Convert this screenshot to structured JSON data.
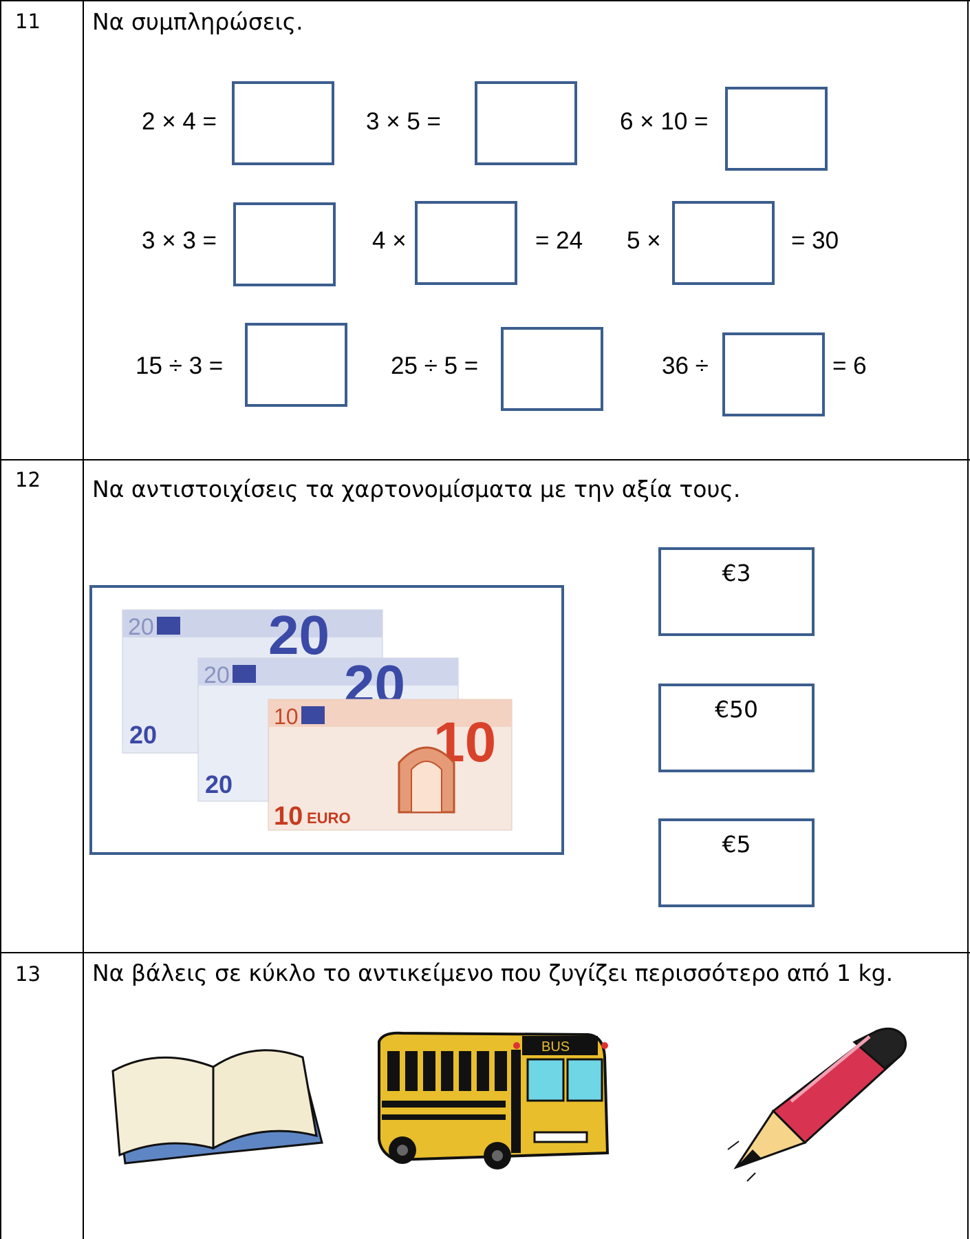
{
  "questions": [
    {
      "number": "11",
      "instruction": "Να συμπληρώσεις.",
      "equations": {
        "r1c1": "2 × 4 =",
        "r1c2": "3 ×  5  =",
        "r1c3": "6 × 10 =",
        "r2c1": "3 × 3 =",
        "r2c2_left": "4 ×",
        "r2c2_right": "= 24",
        "r2c3_left": "5 ×",
        "r2c3_right": "= 30",
        "r3c1": "15 ÷ 3 =",
        "r3c2": "25 ÷ 5 =",
        "r3c3_left": "36 ÷",
        "r3c3_right": "= 6"
      }
    },
    {
      "number": "12",
      "instruction": "Να αντιστοιχίσεις τα χαρτονομίσματα με την αξία τους.",
      "values": [
        "€3",
        "€50",
        "€5"
      ],
      "banknotes": {
        "twenty": "20",
        "ten": "10",
        "euro": "EURO"
      }
    },
    {
      "number": "13",
      "instruction": "Να βάλεις σε κύκλο το αντικείμενο που ζυγίζει περισσότερο από 1 kg.",
      "bus_label": "BUS"
    }
  ],
  "colors": {
    "box_border": "#3c5e8e",
    "grid_line": "#000000"
  }
}
